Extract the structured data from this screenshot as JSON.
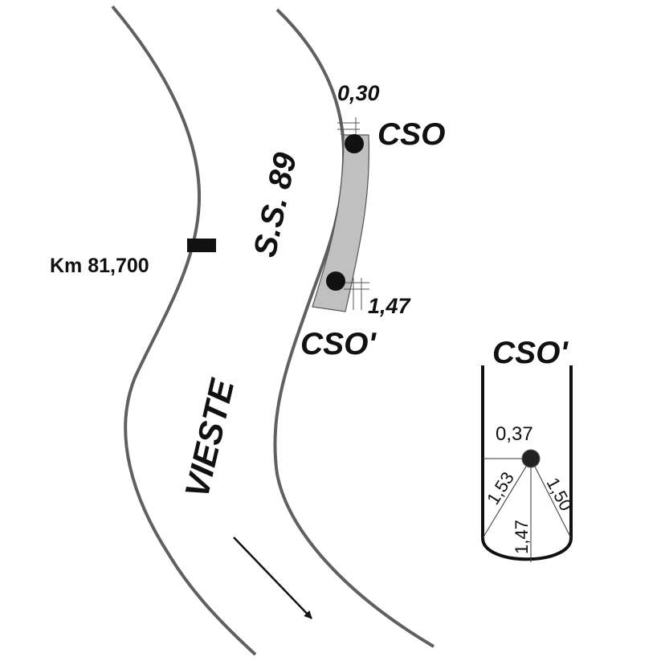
{
  "road": {
    "name": "S.S. 89",
    "direction_label": "VIESTE",
    "km_marker": "Km 81,700"
  },
  "plan": {
    "cso_label": "CSO",
    "cso_prime_label": "CSO'",
    "dim_top": "0,30",
    "dim_bottom": "1,47"
  },
  "section": {
    "title": "CSO'",
    "dim_width": "0,37",
    "dim_left": "1,53",
    "dim_center": "1,47",
    "dim_right": "1,50"
  },
  "colors": {
    "road_edge": "#606060",
    "shoulder_fill": "#c0c0c0",
    "ink": "#111111"
  }
}
